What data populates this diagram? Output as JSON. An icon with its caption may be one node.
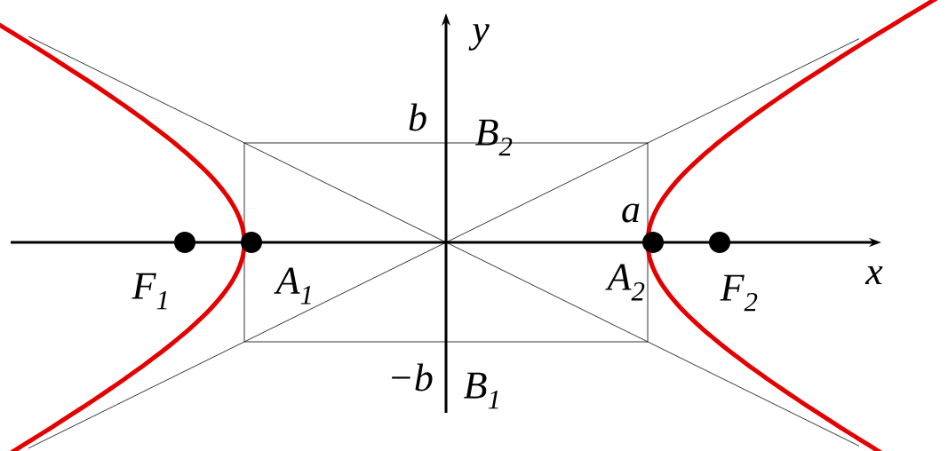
{
  "diagram": {
    "labels": [
      "y",
      "b",
      "B$_{2}$",
      "a",
      "F$_{1}$",
      "A$_{1}$",
      "A$_{2}$",
      "F$_{2}$",
      "x",
      "−b",
      "B$_{1}$"
    ]
  }
}
